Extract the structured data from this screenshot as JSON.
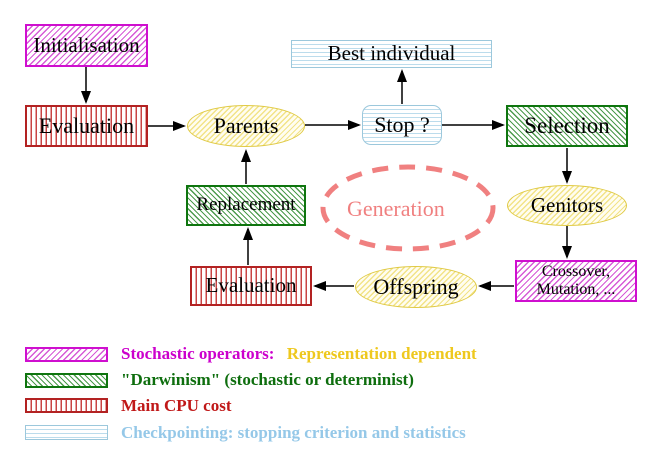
{
  "diagram": {
    "nodes": {
      "initialisation": {
        "label": "Initialisation"
      },
      "evaluation_top": {
        "label": "Evaluation"
      },
      "parents": {
        "label": "Parents"
      },
      "best_individual": {
        "label": "Best individual"
      },
      "stop": {
        "label": "Stop ?"
      },
      "selection": {
        "label": "Selection"
      },
      "genitors": {
        "label": "Genitors"
      },
      "crossover": {
        "line1": "Crossover,",
        "line2": "Mutation, ..."
      },
      "offspring": {
        "label": "Offspring"
      },
      "evaluation_bottom": {
        "label": "Evaluation"
      },
      "replacement": {
        "label": "Replacement"
      },
      "generation": {
        "label": "Generation"
      }
    },
    "colors": {
      "magenta": "#cc00cc",
      "red": "#c01818",
      "green": "#0e6e0e",
      "cyan_light": "#95c8e8",
      "yellow_gold": "#eec81e",
      "coral_dashed": "#f08080",
      "arrow_black": "#000000"
    },
    "legend": {
      "rows": [
        {
          "text1": "Stochastic operators:",
          "text2": "Representation dependent"
        },
        {
          "text1": "\"Darwinism\" (stochastic or determinist)"
        },
        {
          "text1": "Main CPU cost"
        },
        {
          "text1": "Checkpointing: stopping criterion and statistics"
        }
      ]
    }
  }
}
